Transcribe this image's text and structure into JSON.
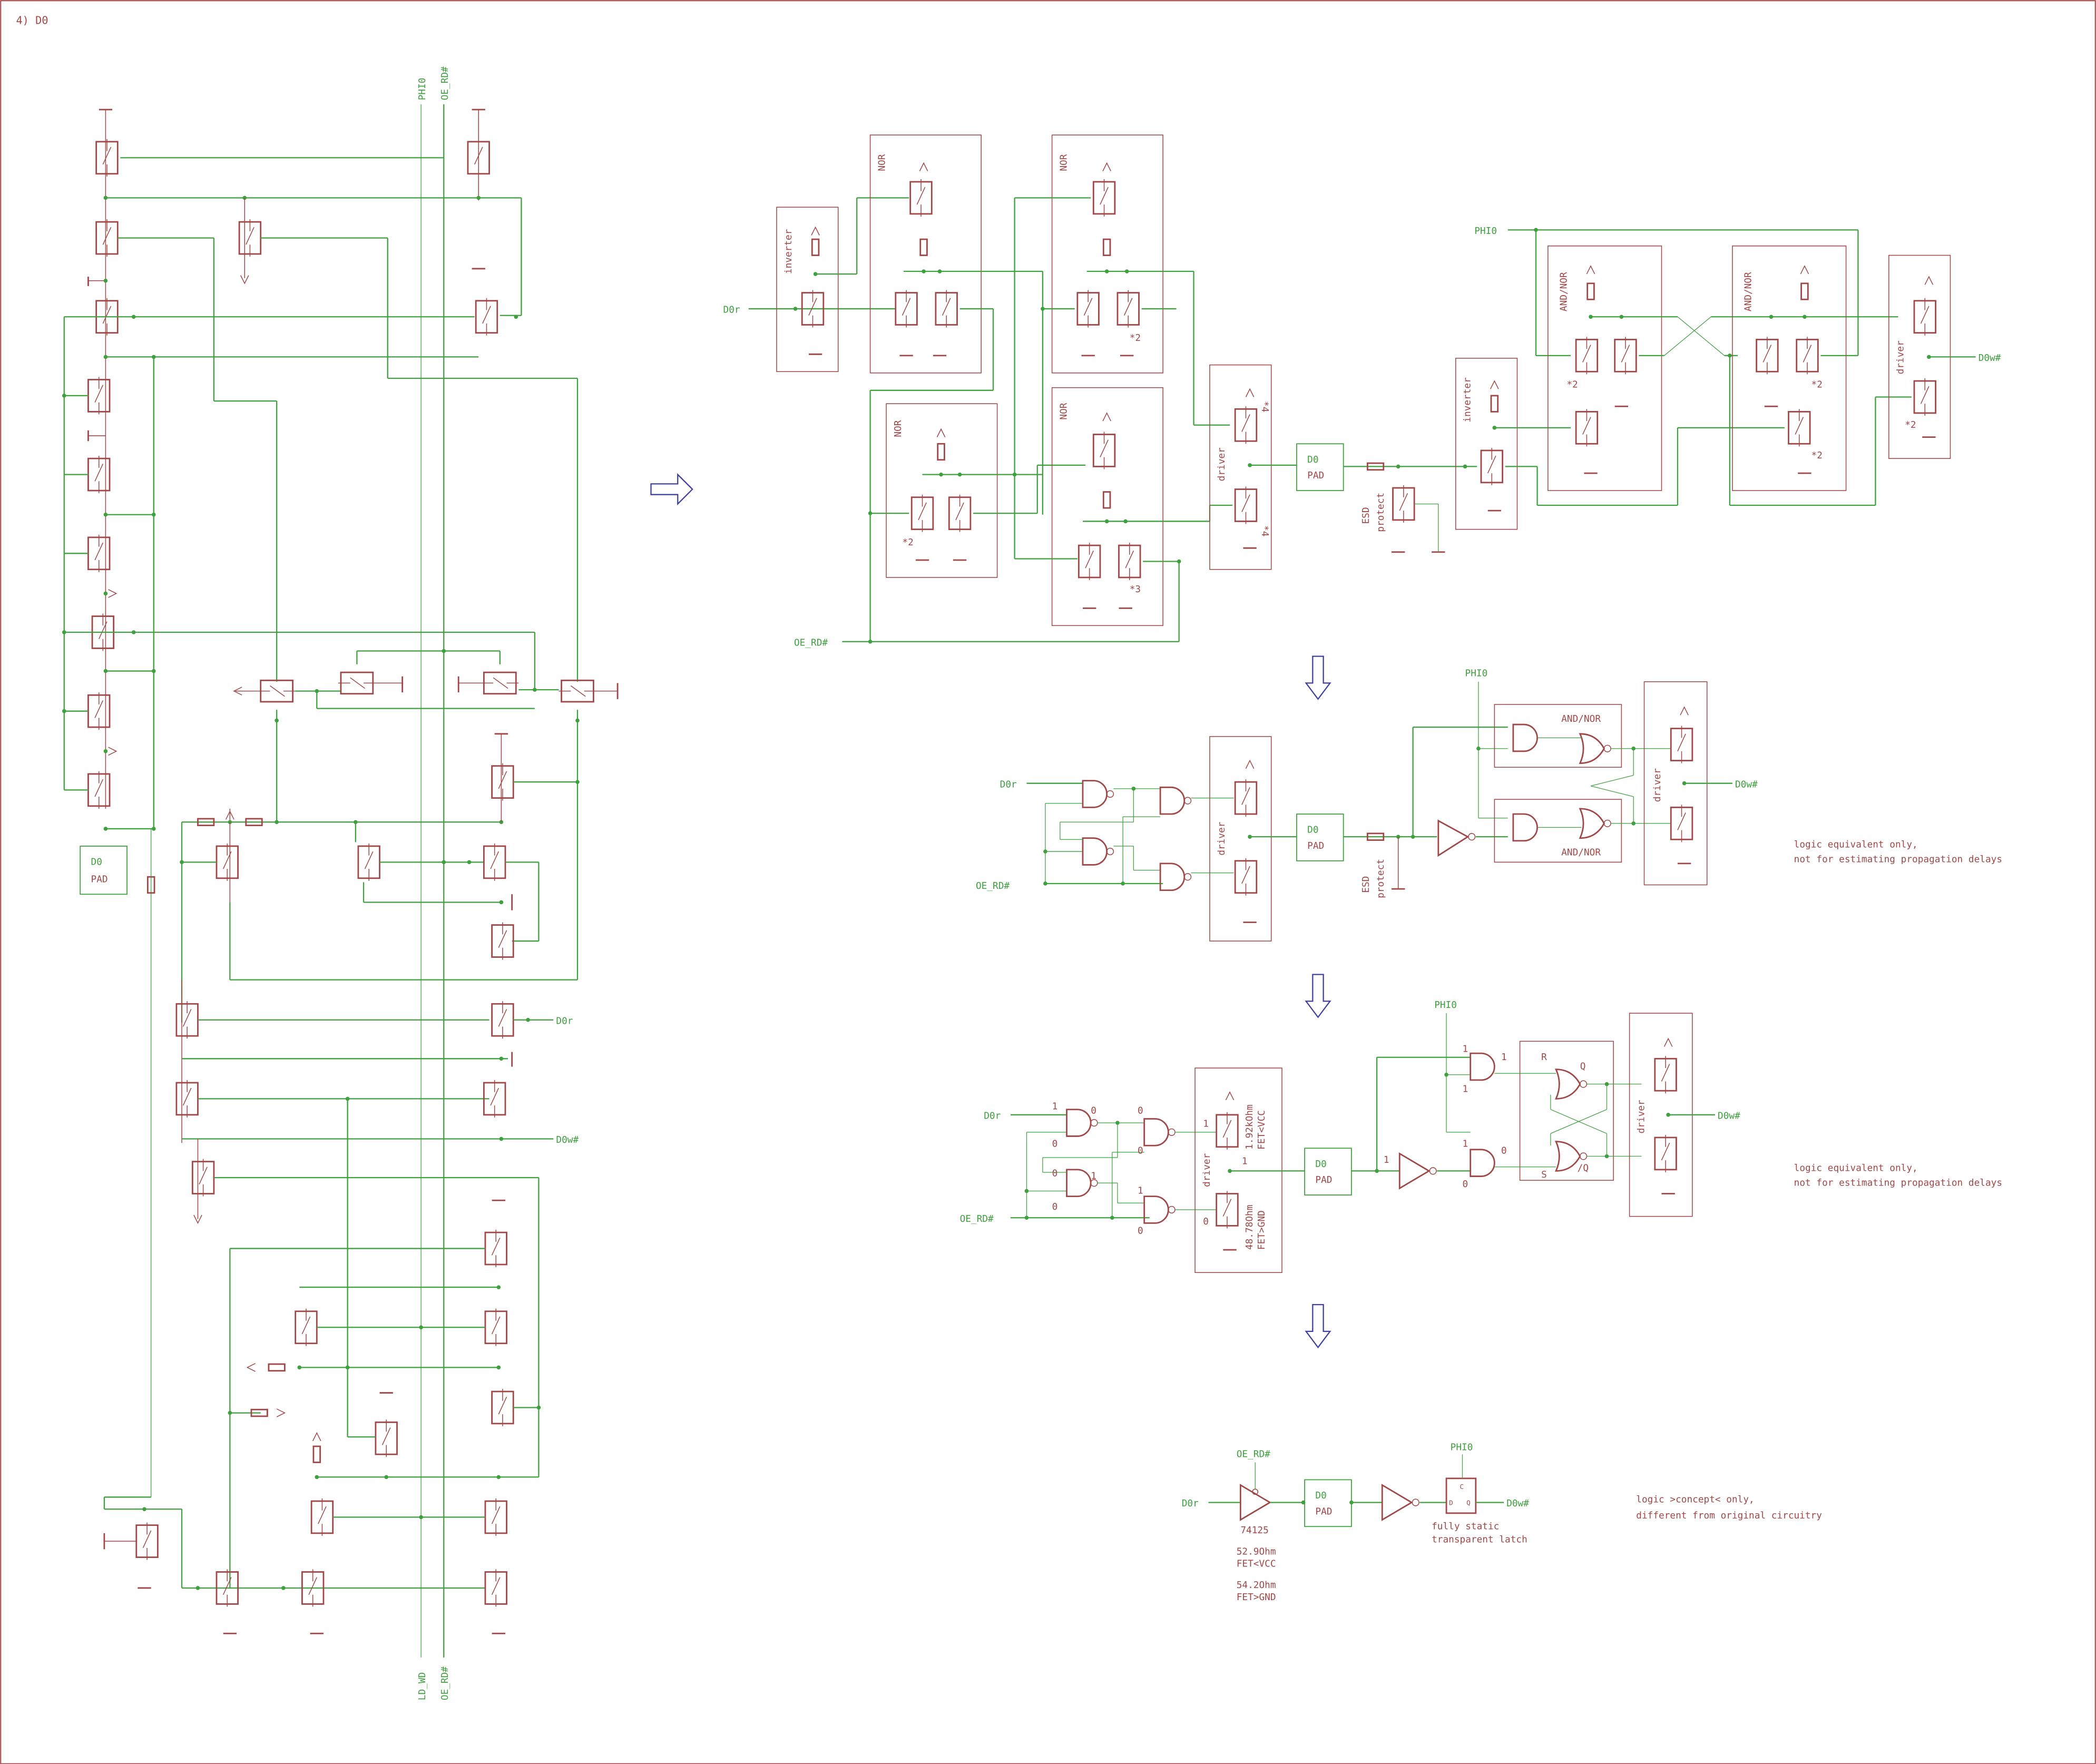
{
  "sheet": {
    "title": "4) D0",
    "colors": {
      "wire": "#3fa03f",
      "part": "#a04848",
      "arrow": "#4040a0",
      "background": "#ffffff"
    }
  },
  "transistor_level": {
    "top_labels": [
      "PHI0",
      "OE_RD#"
    ],
    "bottom_labels": [
      "LD_WD",
      "OE_RD#"
    ],
    "pad": {
      "name": "D0",
      "sub": "PAD"
    },
    "outputs": [
      "D0r",
      "D0w#"
    ]
  },
  "functional_blocks": {
    "inputs": {
      "d0r": "D0r",
      "oe_rd": "OE_RD#",
      "phi0": "PHI0"
    },
    "output": "D0w#",
    "blocks": {
      "inverter": "inverter",
      "nor": "NOR",
      "driver": "driver",
      "and_nor": "AND/NOR",
      "esd": "ESD",
      "protect": "protect"
    },
    "multipliers": {
      "x2": "*2",
      "x3": "*3",
      "x4": "*4"
    },
    "pad": {
      "name": "D0",
      "sub": "PAD"
    }
  },
  "gate_level": {
    "inputs": {
      "d0r": "D0r",
      "oe_rd": "OE_RD#",
      "phi0": "PHI0"
    },
    "output": "D0w#",
    "blocks": {
      "driver": "driver",
      "and_nor": "AND/NOR",
      "esd": "ESD",
      "protect": "protect"
    },
    "pad": {
      "name": "D0",
      "sub": "PAD"
    },
    "note": [
      "logic equivalent only,",
      "not for estimating propagation delays"
    ]
  },
  "logic_states": {
    "inputs": {
      "d0r": "D0r",
      "oe_rd": "OE_RD#",
      "phi0": "PHI0"
    },
    "output": "D0w#",
    "driver_label": "driver",
    "fet_vcc": [
      "1.92kOhm",
      "FET<VCC"
    ],
    "fet_gnd": [
      "48.78Ohm",
      "FET>GND"
    ],
    "latch_pins": {
      "r": "R",
      "s": "S",
      "q": "Q",
      "nq": "/Q"
    },
    "levels": {
      "one": "1",
      "zero": "0"
    },
    "pad": {
      "name": "D0",
      "sub": "PAD"
    },
    "note": [
      "logic equivalent only,",
      "not for estimating propagation delays"
    ]
  },
  "concept": {
    "inputs": {
      "d0r": "D0r",
      "oe_rd": "OE_RD#",
      "phi0": "PHI0"
    },
    "output": "D0w#",
    "buffer_part": "74125",
    "fet_vcc": [
      "52.9Ohm",
      "FET<VCC"
    ],
    "fet_gnd": [
      "54.2Ohm",
      "FET>GND"
    ],
    "latch_label": [
      "fully static",
      "transparent latch"
    ],
    "latch_pins": {
      "c": "C",
      "d": "D",
      "q": "Q"
    },
    "pad": {
      "name": "D0",
      "sub": "PAD"
    },
    "note": [
      "logic >concept< only,",
      "different from original circuitry"
    ]
  }
}
